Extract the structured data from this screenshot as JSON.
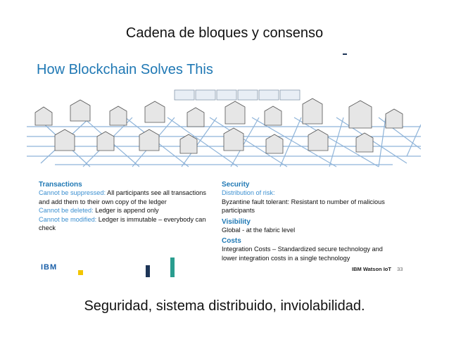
{
  "slide_title": "Cadena de bloques y consenso",
  "caption": "Seguridad, sistema distribuido, inviolabilidad.",
  "inner_slide": {
    "heading": "How Blockchain Solves This",
    "transactions": {
      "header": "Transactions",
      "line1_label": "Cannot be suppressed:",
      "line1_text": " All participants see all transactions and add them to their own copy of the ledger",
      "line2_label": "Cannot be deleted:",
      "line2_text": " Ledger is append only",
      "line3_label": "Cannot be modified:",
      "line3_text": " Ledger is immutable – everybody can check"
    },
    "security": {
      "header": "Security",
      "sub": "Distribution of risk:",
      "text": "Byzantine fault tolerant:  Resistant to number of malicious participants"
    },
    "visibility": {
      "header": "Visibility",
      "text": "Global - at the fabric level"
    },
    "costs": {
      "header": "Costs",
      "text": "Integration Costs – Standardized secure technology and lower integration costs  in a single  technology"
    },
    "footer": {
      "brand": "IBM",
      "watson": "IBM Watson IoT",
      "page": "33"
    }
  },
  "colors": {
    "accent_blue": "#1f78b4",
    "label_blue": "#3b8fd0",
    "deco_yellow": "#f2c500",
    "deco_navy": "#1d3557",
    "deco_teal": "#2a9d8f"
  }
}
